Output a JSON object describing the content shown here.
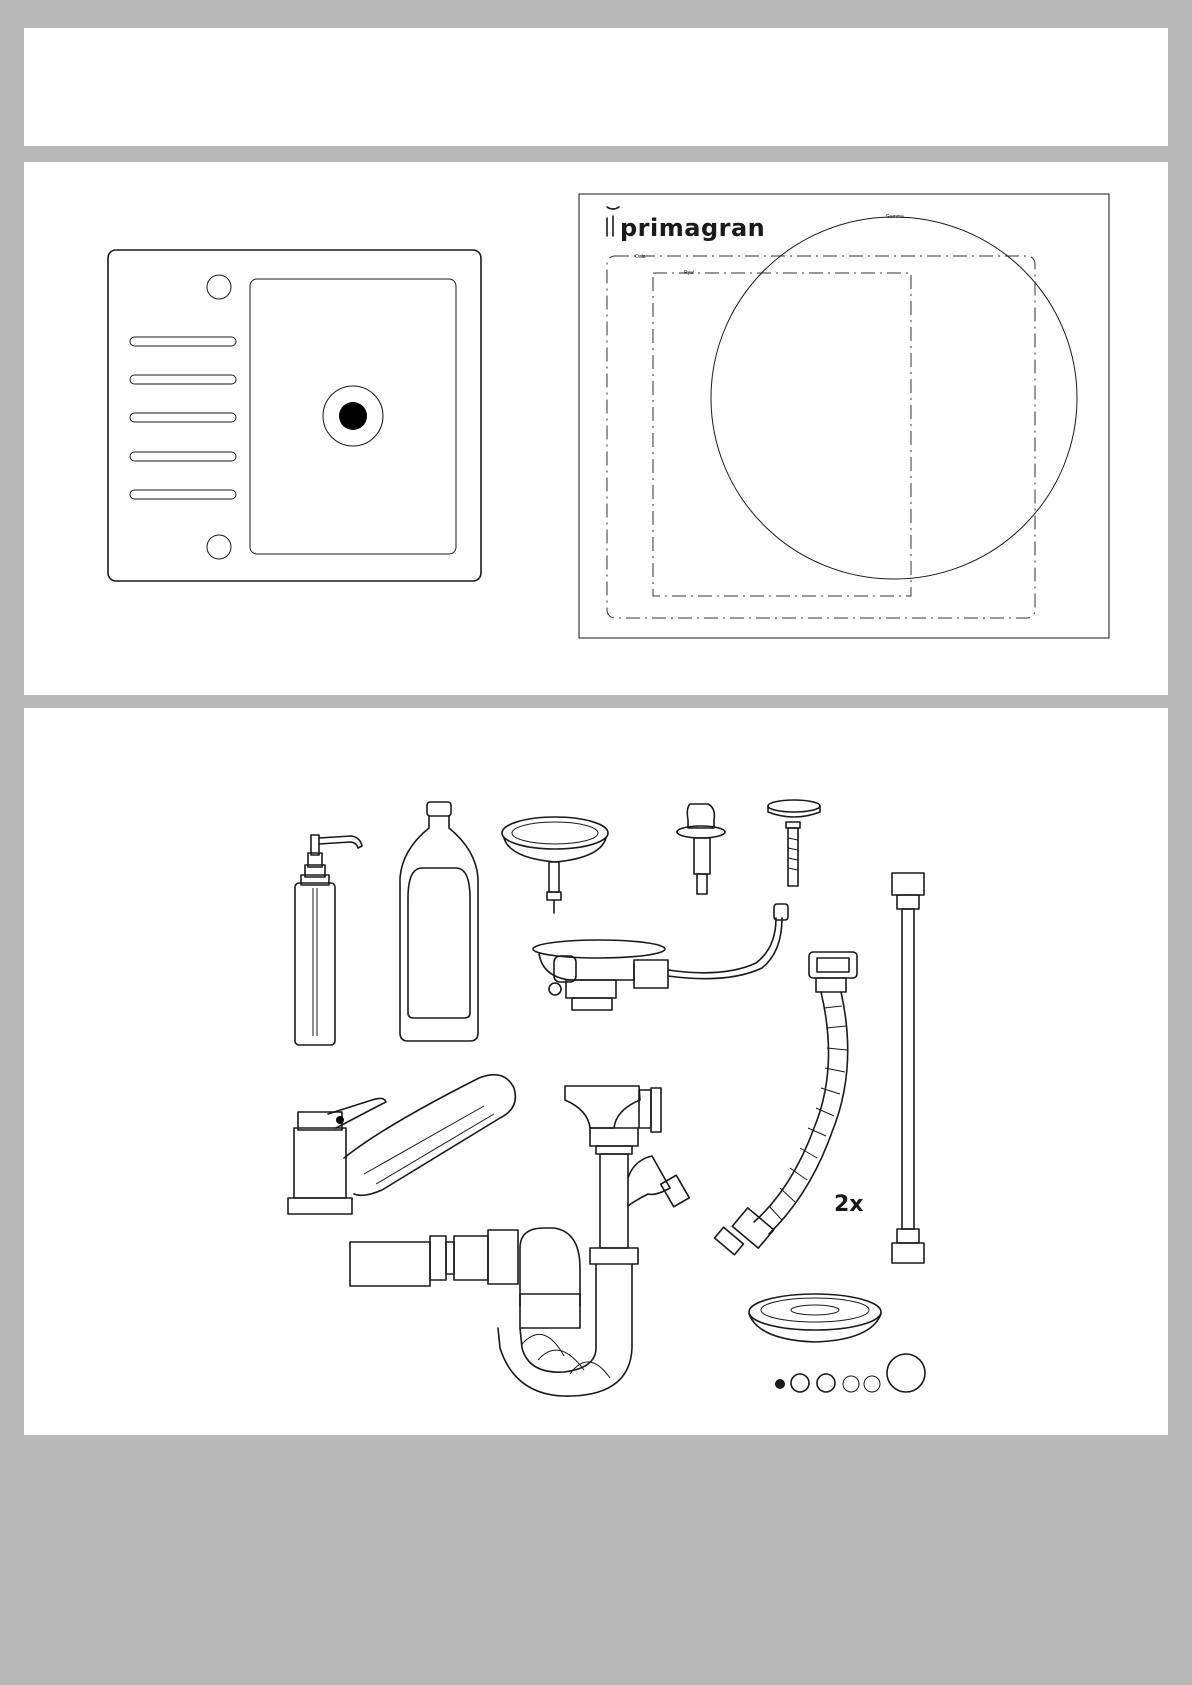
{
  "brand": {
    "name": "primagran"
  },
  "template_labels": {
    "circle": "Gamma",
    "outer": "Oala",
    "inner": "Ryal"
  },
  "accessories": {
    "hose_quantity": "2x"
  },
  "icons": [
    "sink-icon",
    "soap-dispenser-icon",
    "cleaner-bottle-icon",
    "strainer-basket-icon",
    "faucet-icon",
    "siphon-icon"
  ]
}
